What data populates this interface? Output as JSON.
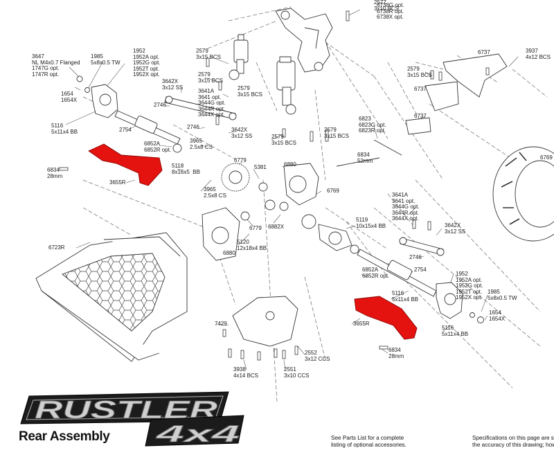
{
  "section_title": "Rear Assembly",
  "notes": {
    "parts_list": [
      "See Parts List for a complete",
      "listing of optional accessories."
    ],
    "specifications": [
      "Specifications on this page are s",
      "the accuracy of this drawing; how"
    ]
  },
  "colors": {
    "highlight": "#e4130f",
    "line": "#333333",
    "leader": "#555555"
  },
  "labels": [
    {
      "id": "p2577",
      "lines": [
        "2577",
        "3x10 BCS"
      ]
    },
    {
      "id": "p6738",
      "lines": [
        "6738G opt.",
        "6738R opt.",
        "6738X opt."
      ]
    },
    {
      "id": "p3647",
      "lines": [
        "3647",
        "NL M4x0.7 Flanged",
        "1747G opt.",
        "1747R opt."
      ]
    },
    {
      "id": "p1985a",
      "lines": [
        "1985",
        "5x8x0.5 TW"
      ]
    },
    {
      "id": "p1952a",
      "lines": [
        "1952",
        "1952A opt.",
        "1952G opt.",
        "1952T opt.",
        "1952X opt."
      ]
    },
    {
      "id": "p2579a",
      "lines": [
        "2579",
        "3x15 BCS"
      ]
    },
    {
      "id": "p6737a",
      "lines": [
        "6737"
      ]
    },
    {
      "id": "p3937",
      "lines": [
        "3937",
        "4x12 BCS"
      ]
    },
    {
      "id": "p2579b",
      "lines": [
        "2579",
        "3x15 BCS"
      ]
    },
    {
      "id": "p2579c",
      "lines": [
        "2579",
        "3x15 BCS"
      ]
    },
    {
      "id": "p6737b",
      "lines": [
        "6737"
      ]
    },
    {
      "id": "p1654a",
      "lines": [
        "1654",
        "1654X"
      ]
    },
    {
      "id": "p3642a",
      "lines": [
        "3642X",
        "3x12 SS"
      ]
    },
    {
      "id": "p3641a",
      "lines": [
        "3641A",
        "3641 opt.",
        "3644G opt.",
        "3644R opt.",
        "3644X opt."
      ]
    },
    {
      "id": "p2579d",
      "lines": [
        "2579",
        "3x15 BCS"
      ]
    },
    {
      "id": "p2746a",
      "lines": [
        "2746"
      ]
    },
    {
      "id": "p6737c",
      "lines": [
        "6737"
      ]
    },
    {
      "id": "p5116a",
      "lines": [
        "5116",
        "5x11x4 BB"
      ]
    },
    {
      "id": "p2754a",
      "lines": [
        "2754"
      ]
    },
    {
      "id": "p2746b",
      "lines": [
        "2746"
      ]
    },
    {
      "id": "p3642b",
      "lines": [
        "3642X",
        "3x12 SS"
      ]
    },
    {
      "id": "p2579e",
      "lines": [
        "2579",
        "3x15 BCS"
      ]
    },
    {
      "id": "p6823",
      "lines": [
        "6823",
        "6823G opt.",
        "6823R opt."
      ]
    },
    {
      "id": "p2579f",
      "lines": [
        "2579",
        "3x15 BCS"
      ]
    },
    {
      "id": "p6852a",
      "lines": [
        "6852A",
        "6852R opt."
      ]
    },
    {
      "id": "p3965a",
      "lines": [
        "3965",
        "2.5x8 CS"
      ]
    },
    {
      "id": "p6834a",
      "lines": [
        "6834",
        "52mm"
      ]
    },
    {
      "id": "p6769a",
      "lines": [
        "6769"
      ]
    },
    {
      "id": "p6834b",
      "lines": [
        "6834",
        "28mm"
      ]
    },
    {
      "id": "p5118",
      "lines": [
        "5118",
        "8x16x5  BB"
      ]
    },
    {
      "id": "p6779a",
      "lines": [
        "6779"
      ]
    },
    {
      "id": "p5381",
      "lines": [
        "5381"
      ]
    },
    {
      "id": "p6880a",
      "lines": [
        "6880"
      ]
    },
    {
      "id": "p3655a",
      "lines": [
        "3655R"
      ]
    },
    {
      "id": "p3965b",
      "lines": [
        "3965",
        "2.5x8 CS"
      ]
    },
    {
      "id": "p6769b",
      "lines": [
        "6769"
      ]
    },
    {
      "id": "p3641b",
      "lines": [
        "3641A",
        "3641 opt.",
        "3644G opt.",
        "3644R opt.",
        "3644X opt."
      ]
    },
    {
      "id": "p6779b",
      "lines": [
        "6779"
      ]
    },
    {
      "id": "p6882",
      "lines": [
        "6882X"
      ]
    },
    {
      "id": "p5119",
      "lines": [
        "5119",
        "10x15x4 BB"
      ]
    },
    {
      "id": "p3642c",
      "lines": [
        "3642X",
        "3x12 SS"
      ]
    },
    {
      "id": "p6723",
      "lines": [
        "6723R"
      ]
    },
    {
      "id": "p5120",
      "lines": [
        "5120",
        "12x18x4 BB"
      ]
    },
    {
      "id": "p6880b",
      "lines": [
        "6880"
      ]
    },
    {
      "id": "p2746c",
      "lines": [
        "2746"
      ]
    },
    {
      "id": "p2754b",
      "lines": [
        "2754"
      ]
    },
    {
      "id": "p6852b",
      "lines": [
        "6852A",
        "6852R opt."
      ]
    },
    {
      "id": "p1952b",
      "lines": [
        "1952",
        "1952A opt.",
        "1952G opt.",
        "1952T opt.",
        "1952X opt."
      ]
    },
    {
      "id": "p1985b",
      "lines": [
        "1985",
        "5x8x0.5 TW"
      ]
    },
    {
      "id": "p5116b",
      "lines": [
        "5116",
        "5x11x4 BB"
      ]
    },
    {
      "id": "p1654b",
      "lines": [
        "1654",
        "1654X"
      ]
    },
    {
      "id": "p7429",
      "lines": [
        "7429"
      ]
    },
    {
      "id": "p3655b",
      "lines": [
        "3655R"
      ]
    },
    {
      "id": "p5116c",
      "lines": [
        "5116",
        "5x11x4 BB"
      ]
    },
    {
      "id": "p2552",
      "lines": [
        "2552",
        "3x12 CCS"
      ]
    },
    {
      "id": "p6834c",
      "lines": [
        "6834",
        "28mm"
      ]
    },
    {
      "id": "p3938",
      "lines": [
        "3938",
        "4x14 BCS"
      ]
    },
    {
      "id": "p2551",
      "lines": [
        "2551",
        "3x10 CCS"
      ]
    }
  ]
}
